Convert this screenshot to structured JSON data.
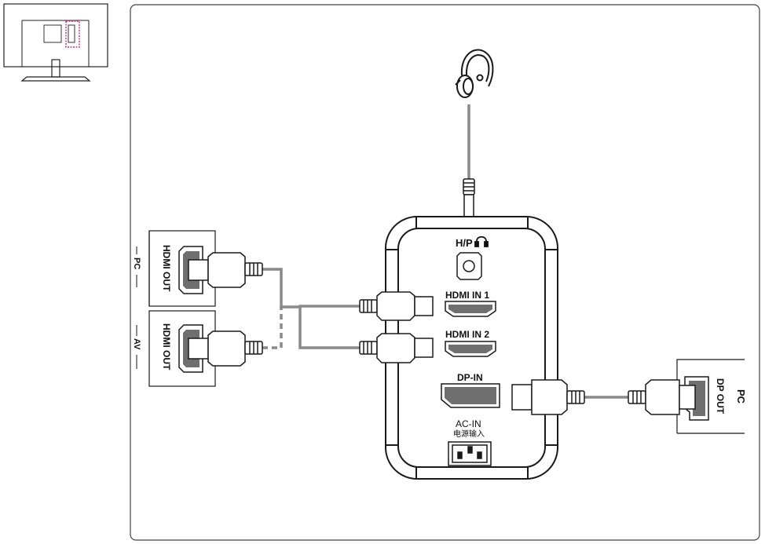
{
  "ports": {
    "headphone": "H/P",
    "hdmi1": "HDMI IN 1",
    "hdmi2": "HDMI IN 2",
    "dp": "DP-IN",
    "ac": "AC-IN",
    "ac_cn": "电源输入"
  },
  "sources": {
    "pc_hdmi": {
      "device": "PC",
      "port": "HDMI OUT"
    },
    "av_hdmi": {
      "device": "AV",
      "port": "HDMI OUT"
    },
    "pc_dp": {
      "device": "PC",
      "port": "DP OUT"
    }
  },
  "colors": {
    "line": "#1a1a1a",
    "cable": "#8a8a8a",
    "port_fill": "#6f6f6f",
    "highlight": "#d6338f"
  }
}
